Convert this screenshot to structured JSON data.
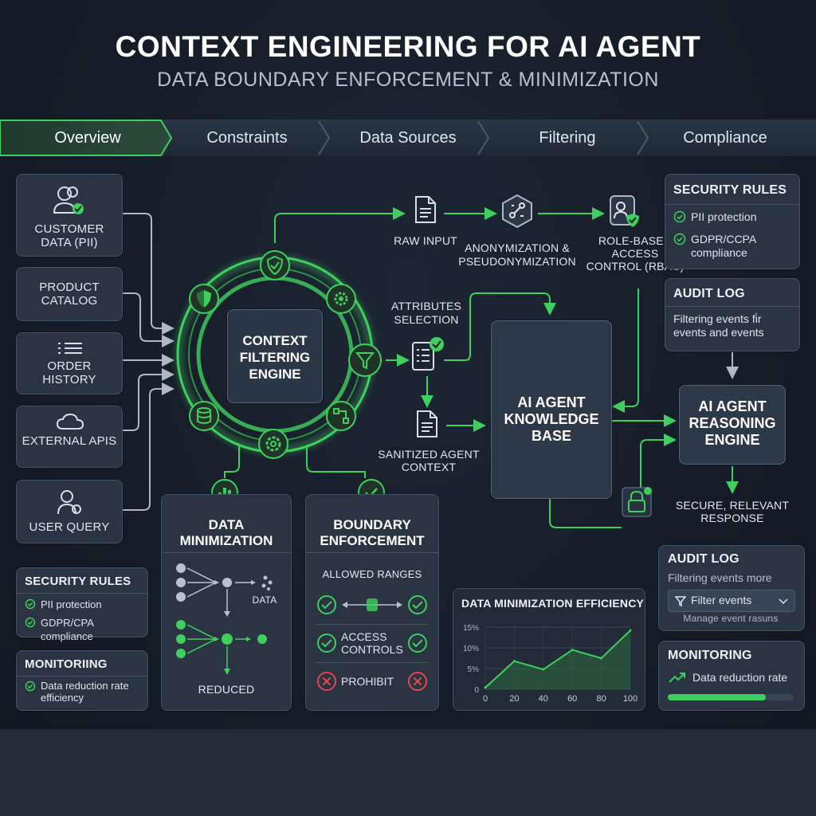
{
  "header": {
    "title": "CONTEXT ENGINEERING FOR AI AGENT",
    "subtitle": "DATA BOUNDARY ENFORCEMENT & MINIMIZATION"
  },
  "tabs": [
    {
      "label": "Overview",
      "active": true
    },
    {
      "label": "Constraints",
      "active": false
    },
    {
      "label": "Data Sources",
      "active": false
    },
    {
      "label": "Filtering",
      "active": false
    },
    {
      "label": "Compliance",
      "active": false
    }
  ],
  "sources": {
    "customer": "CUSTOMER DATA (PII)",
    "product": "PRODUCT CATALOG",
    "order": "ORDER HISTORY",
    "external": "EXTERNAL APIS",
    "query": "USER QUERY"
  },
  "engine": {
    "label": "CONTEXT FILTERING ENGINE"
  },
  "pipeline": {
    "raw_input": "RAW INPUT",
    "anonymization": "ANONYMIZATION & PSEUDONYMIZATION",
    "rbac": "ROLE-BASED ACCESS CONTROL (RBAC)",
    "attributes": "ATTRIBUTES SELECTION",
    "sanitized": "SANITIZED AGENT CONTEXT"
  },
  "knowledge_base": {
    "label": "AI AGENT KNOWLEDGE BASE"
  },
  "reasoning": {
    "label": "AI AGENT REASONING ENGINE",
    "output": "SECURE, RELEVANT RESPONSE"
  },
  "security_rules_right": {
    "title": "SECURITY RULES",
    "items": [
      "PII protection",
      "GDPR/CCPA compliance"
    ]
  },
  "audit_log_top": {
    "title": "AUDIT LOG",
    "text": "Filtering events fi̇r events and events"
  },
  "security_rules_left": {
    "title": "SECURITY RULES",
    "items": [
      "PII protection",
      "GDPR/CPA compliance"
    ]
  },
  "monitoring_left": {
    "title": "MONITORIING",
    "text": "Data reduction rate efficiency"
  },
  "data_minimization": {
    "title": "DATA MINIMIZATION",
    "data_label": "DATA",
    "reduced_label": "REDUCED"
  },
  "boundary": {
    "title": "BOUNDARY ENFORCEMENT",
    "allowed": "ALLOWED RANGES",
    "access": "ACCESS CONTROLS",
    "prohibit": "PROHIBIT"
  },
  "efficiency_chart": {
    "title": "DATA MINIMIZATION EFFICIENCY"
  },
  "chart_data": {
    "type": "area",
    "title": "DATA MINIMIZATION EFFICIENCY",
    "x": [
      0,
      20,
      40,
      60,
      80,
      100
    ],
    "series": [
      {
        "values": [
          0.4,
          6.8,
          4.8,
          9.5,
          7.5,
          14.2
        ]
      }
    ],
    "xticks": [
      "0",
      "20",
      "40",
      "60",
      "80",
      "100"
    ],
    "yticks": [
      "0",
      "5%",
      "10%",
      "15%"
    ],
    "xlim": [
      0,
      100
    ],
    "ylim": [
      0,
      15
    ],
    "grid": true
  },
  "audit_log_bottom": {
    "title": "AUDIT LOG",
    "text": "Filtering events more",
    "filter_label": "Filter events",
    "manage": "Manage event rasuns"
  },
  "monitoring_right": {
    "title": "MONITORING",
    "text": "Data reduction rate",
    "progress": 0.78
  },
  "colors": {
    "accent": "#3ecf5e",
    "panel": "#2a3442",
    "danger": "#e0484d"
  }
}
